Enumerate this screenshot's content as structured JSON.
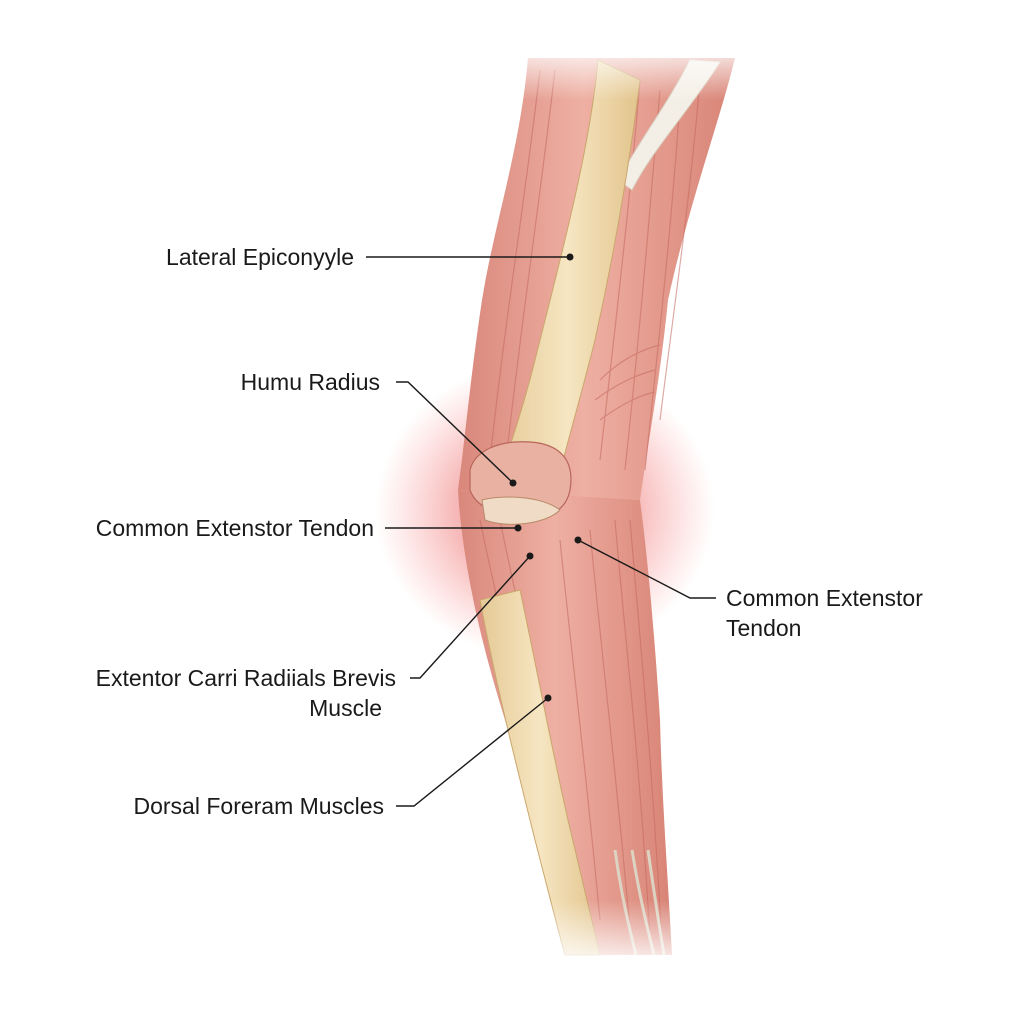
{
  "labels": {
    "lateral_epicondyle": "Lateral Epiconyyle",
    "humu_radius": "Humu Radius",
    "common_extensor_left": "Common Extenstor Tendon",
    "common_extensor_right_line1": "Common Extenstor",
    "common_extensor_right_line2": "Tendon",
    "ecrb_line1": "Extentor Carri Radiials Brevis",
    "ecrb_line2": "Muscle",
    "dorsal_forearm": "Dorsal Foreram Muscles"
  },
  "colors": {
    "muscle": "#e79a8c",
    "muscle_dark": "#c8665c",
    "bone": "#f1dcae",
    "tendon": "#f4efe6",
    "inflammation": "#e52a2a",
    "leader_line": "#1a1a1a"
  }
}
